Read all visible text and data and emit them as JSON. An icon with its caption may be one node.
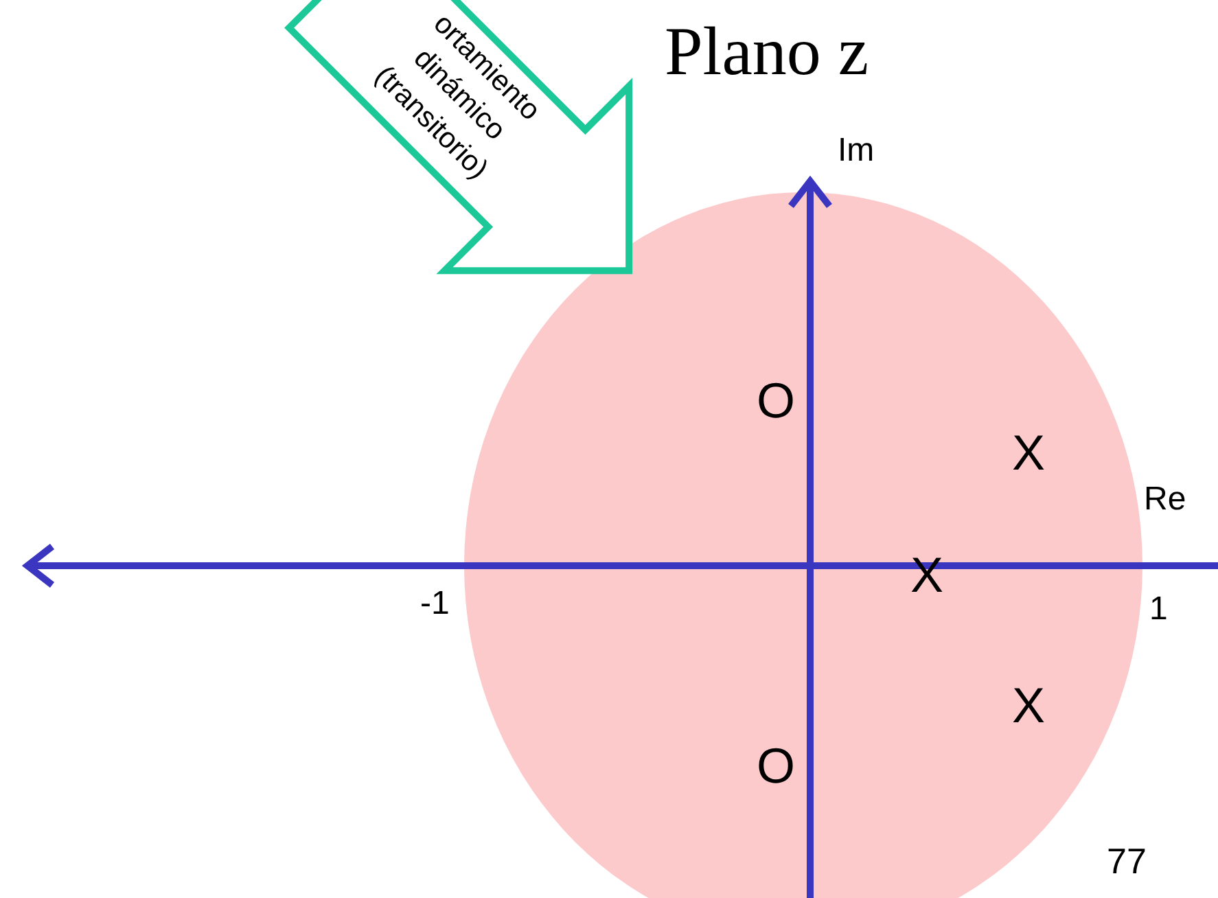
{
  "diagram": {
    "title": "Plano z",
    "nodes": [
      {
        "text": [
          "ortamiento dinámico (transitorio)"
        ]
      }
    ],
    "labels": [
      "Im",
      "O",
      "X",
      "Re",
      "X",
      "-1",
      "1",
      "X",
      "O",
      "77"
    ]
  }
}
